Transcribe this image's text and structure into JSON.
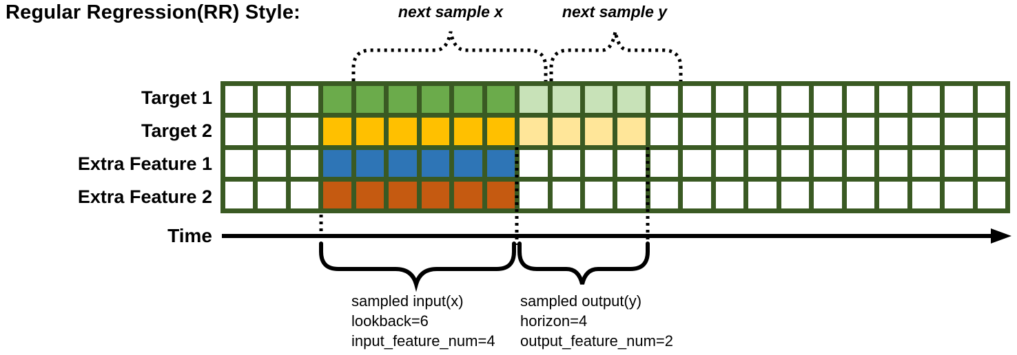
{
  "title": "Regular Regression(RR) Style:",
  "annotations": {
    "next_sample_x": "next sample x",
    "next_sample_y": "next sample y",
    "time_label": "Time",
    "input_block": {
      "line1": "sampled input(x)",
      "line2": "lookback=6",
      "line3": "input_feature_num=4"
    },
    "output_block": {
      "line1": "sampled output(y)",
      "line2": "horizon=4",
      "line3": "output_feature_num=2"
    }
  },
  "parameters": {
    "lookback": 6,
    "horizon": 4,
    "input_feature_num": 4,
    "output_feature_num": 2
  },
  "grid": {
    "border_color": "#3A5A23",
    "empty_cell_color": "#FFFFFF",
    "total_cols": 24,
    "cols_before_input": 3,
    "input_cols": 6,
    "output_cols": 4,
    "rows": [
      {
        "label": "Target 1",
        "role": "target",
        "input_color": "#6BAB4B",
        "output_color": "#C8E2B8"
      },
      {
        "label": "Target 2",
        "role": "target",
        "input_color": "#FFC000",
        "output_color": "#FFE699"
      },
      {
        "label": "Extra Feature 1",
        "role": "extra-feature",
        "input_color": "#2E75B6",
        "output_color": null
      },
      {
        "label": "Extra Feature 2",
        "role": "extra-feature",
        "input_color": "#C55A11",
        "output_color": null
      }
    ]
  },
  "line_colors": {
    "annotation_black": "#000000"
  }
}
